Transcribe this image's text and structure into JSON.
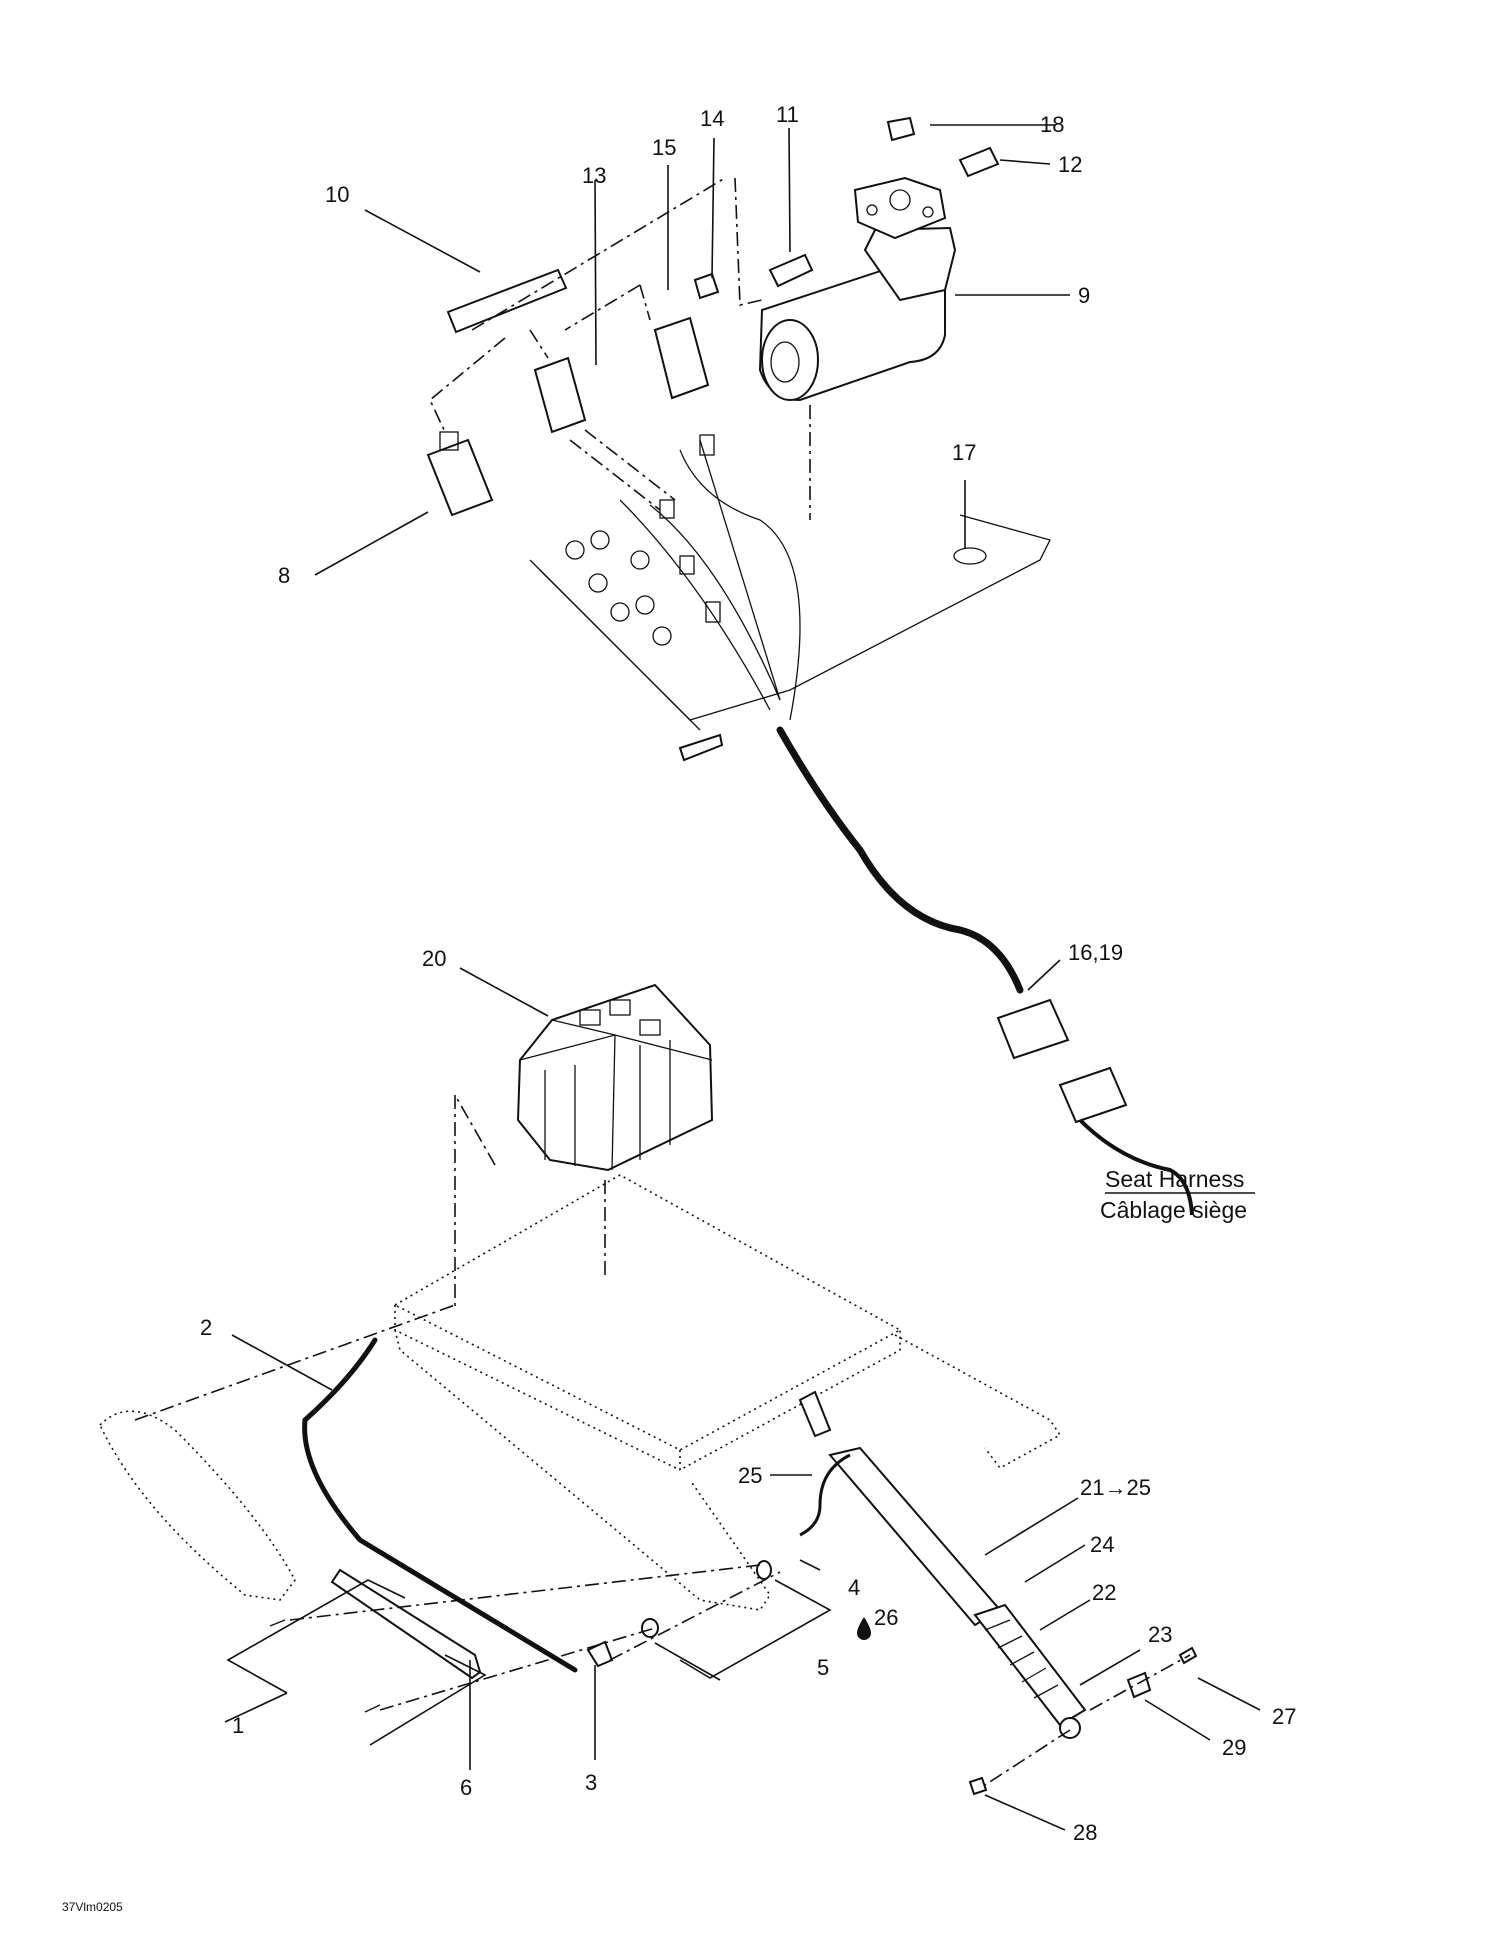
{
  "callouts": [
    {
      "id": "c1",
      "text": "1"
    },
    {
      "id": "c2",
      "text": "2"
    },
    {
      "id": "c3",
      "text": "3"
    },
    {
      "id": "c4",
      "text": "4"
    },
    {
      "id": "c5",
      "text": "5"
    },
    {
      "id": "c6",
      "text": "6"
    },
    {
      "id": "c8",
      "text": "8"
    },
    {
      "id": "c9",
      "text": "9"
    },
    {
      "id": "c10",
      "text": "10"
    },
    {
      "id": "c11",
      "text": "11"
    },
    {
      "id": "c12",
      "text": "12"
    },
    {
      "id": "c13",
      "text": "13"
    },
    {
      "id": "c14",
      "text": "14"
    },
    {
      "id": "c15",
      "text": "15"
    },
    {
      "id": "c16",
      "text": "16,19"
    },
    {
      "id": "c17",
      "text": "17"
    },
    {
      "id": "c18",
      "text": "18"
    },
    {
      "id": "c20",
      "text": "20"
    },
    {
      "id": "c21",
      "text": "21→25"
    },
    {
      "id": "c22",
      "text": "22"
    },
    {
      "id": "c23",
      "text": "23"
    },
    {
      "id": "c24",
      "text": "24"
    },
    {
      "id": "c25",
      "text": "25"
    },
    {
      "id": "c26",
      "text": "26"
    },
    {
      "id": "c27",
      "text": "27"
    },
    {
      "id": "c28",
      "text": "28"
    },
    {
      "id": "c29",
      "text": "29"
    }
  ],
  "harness": {
    "line1": "Seat Harness",
    "line2": "Câblage siège"
  },
  "figure_code": "37Vlm0205"
}
